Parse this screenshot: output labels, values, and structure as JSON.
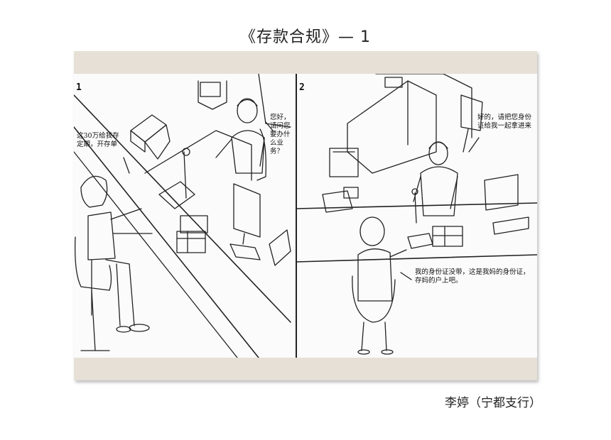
{
  "header": {
    "title": "《存款合规》— 1"
  },
  "comic": {
    "panel1": {
      "number": "1",
      "customer_speech": "这30万给我存定期，开存单",
      "teller_speech": "您好，请问您要办什么业务？"
    },
    "panel2": {
      "number": "2",
      "teller_speech": "好的，请把您身份证给我一起拿进来",
      "customer_speech": "我的身份证没带，这是我妈的身份证，存妈的户上吧。"
    }
  },
  "footer": {
    "credit": "李婷（宁都支行）"
  }
}
